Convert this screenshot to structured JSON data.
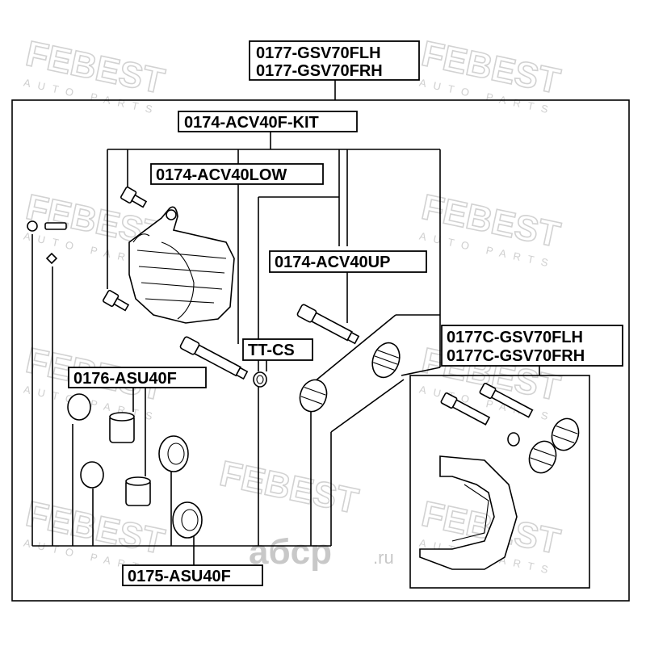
{
  "watermark": {
    "brand": "FEBEST",
    "tagline": "AUTO PARTS"
  },
  "labels": {
    "main_assembly_lh": "0177-GSV70FLH",
    "main_assembly_rh": "0177-GSV70FRH",
    "kit": "0174-ACV40F-KIT",
    "low_pin": "0174-ACV40LOW",
    "up_pin": "0174-ACV40UP",
    "caliper_lh": "0177C-GSV70FLH",
    "caliper_rh": "0177C-GSV70FRH",
    "tt_cs": "TT-CS",
    "piston": "0176-ASU40F",
    "seal_kit": "0175-ASU40F"
  },
  "site_mark": {
    "text": "aбcp",
    "suffix": ".ru"
  }
}
